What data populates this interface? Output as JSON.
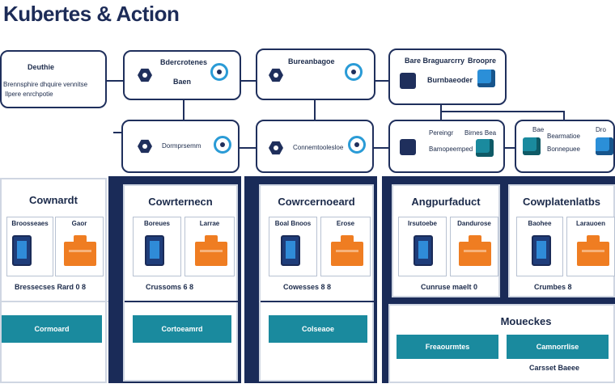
{
  "title": "Kubertes & Action",
  "colors": {
    "navy": "#1f2f5c",
    "teal": "#1a8a9e",
    "orange": "#ef7d22",
    "blue": "#2b8fd8"
  },
  "row1": [
    {
      "lines": [
        "Deuthie",
        "Brennsphire dhquire vennitse",
        "Ilpere enrchpotie"
      ]
    },
    {
      "lines": [
        "Bdercrotenes",
        "Baen"
      ]
    },
    {
      "lines": [
        "Bureanbagoe"
      ]
    },
    {
      "lines": [
        "Bare Braguarcrry",
        "Broopre",
        "Burnbaeoder"
      ]
    }
  ],
  "row2": [
    {
      "lines": [
        "Dormprsemm"
      ]
    },
    {
      "lines": [
        "Connemtoolesloe"
      ]
    },
    {
      "lines": [
        "Pereingr",
        "Birnes Bea",
        "Bamopeemped"
      ]
    },
    {
      "lines": [
        "Bae",
        "Dro",
        "Bearmatioe",
        "Bonnepuee"
      ]
    }
  ],
  "panels": [
    {
      "title": "Cownardt",
      "cell1": "Broosseaes",
      "cell2": "Gaor",
      "footer": "Bressecses Rard 0 8",
      "button": "Cormoard"
    },
    {
      "title": "Cowrternecn",
      "cell1": "Boreues",
      "cell2": "Larrae",
      "footer": "Crussoms 6 8",
      "button": "Cortoeamrd"
    },
    {
      "title": "Cowrcernoeard",
      "cell1": "Boal Bnoos",
      "cell2": "Erose",
      "footer": "Cowesses 8 8",
      "button": "Colseaoe"
    },
    {
      "title": "Angpurfaduct",
      "cell1": "Irsutoebe",
      "cell2": "Dandurose",
      "footer": "Cunruse maelt 0"
    },
    {
      "title": "Cowplatenlatbs",
      "cell1": "Baohee",
      "cell2": "Larauoen",
      "footer": "Crumbes 8"
    }
  ],
  "bottom_right": {
    "title": "Moueckes",
    "button1": "Freaourmtes",
    "button2": "Camnorrlise",
    "caption": "Carsset Baeee"
  }
}
